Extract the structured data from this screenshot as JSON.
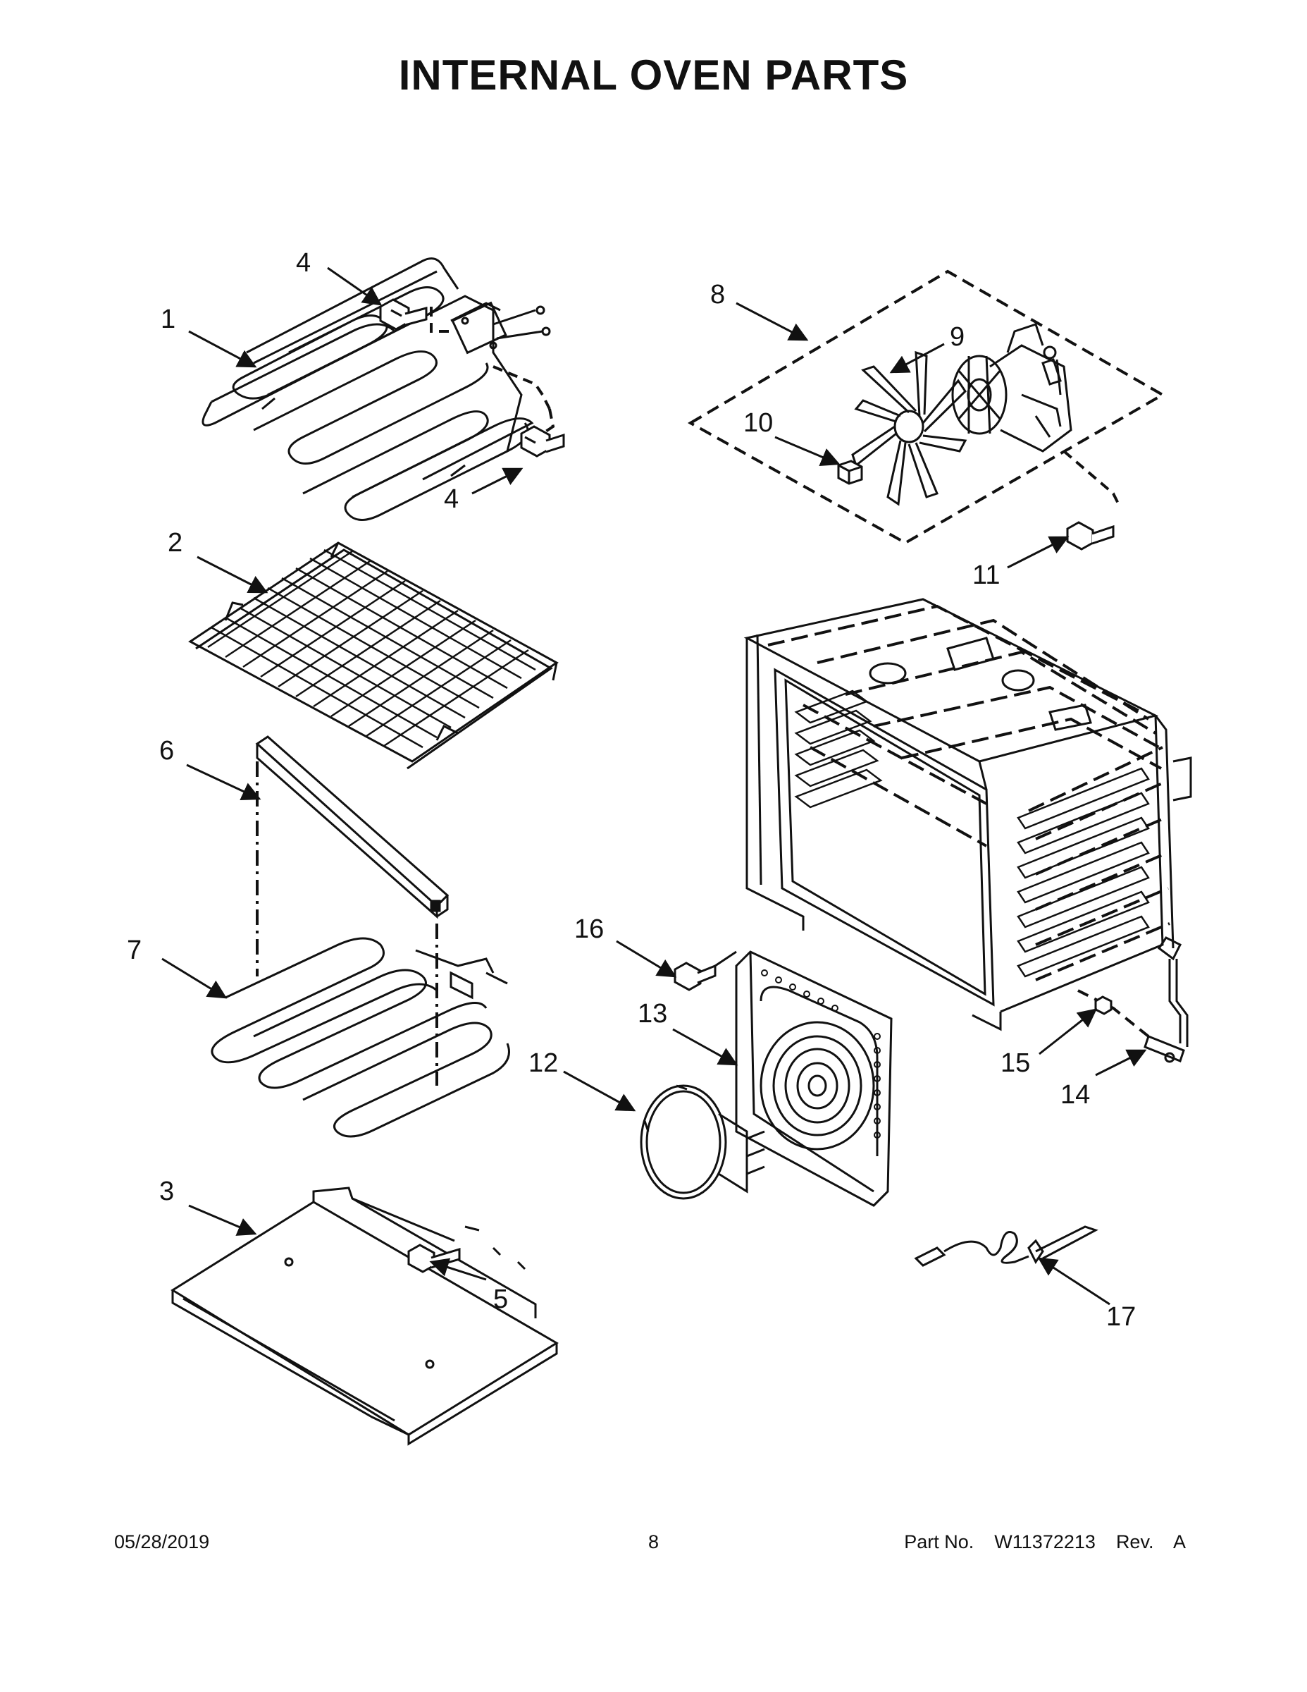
{
  "page": {
    "title": "INTERNAL OVEN PARTS"
  },
  "callouts": {
    "c1": "1",
    "c2": "2",
    "c3": "3",
    "c4a": "4",
    "c4b": "4",
    "c5": "5",
    "c6": "6",
    "c7": "7",
    "c8": "8",
    "c9": "9",
    "c10": "10",
    "c11": "11",
    "c12": "12",
    "c13": "13",
    "c14": "14",
    "c15": "15",
    "c16": "16",
    "c17": "17"
  },
  "footer": {
    "date": "05/28/2019",
    "page_number": "8",
    "part_label": "Part No.",
    "part_number": "W11372213",
    "rev_label": "Rev.",
    "rev": "A"
  },
  "colors": {
    "ink": "#111111",
    "background": "#ffffff"
  }
}
